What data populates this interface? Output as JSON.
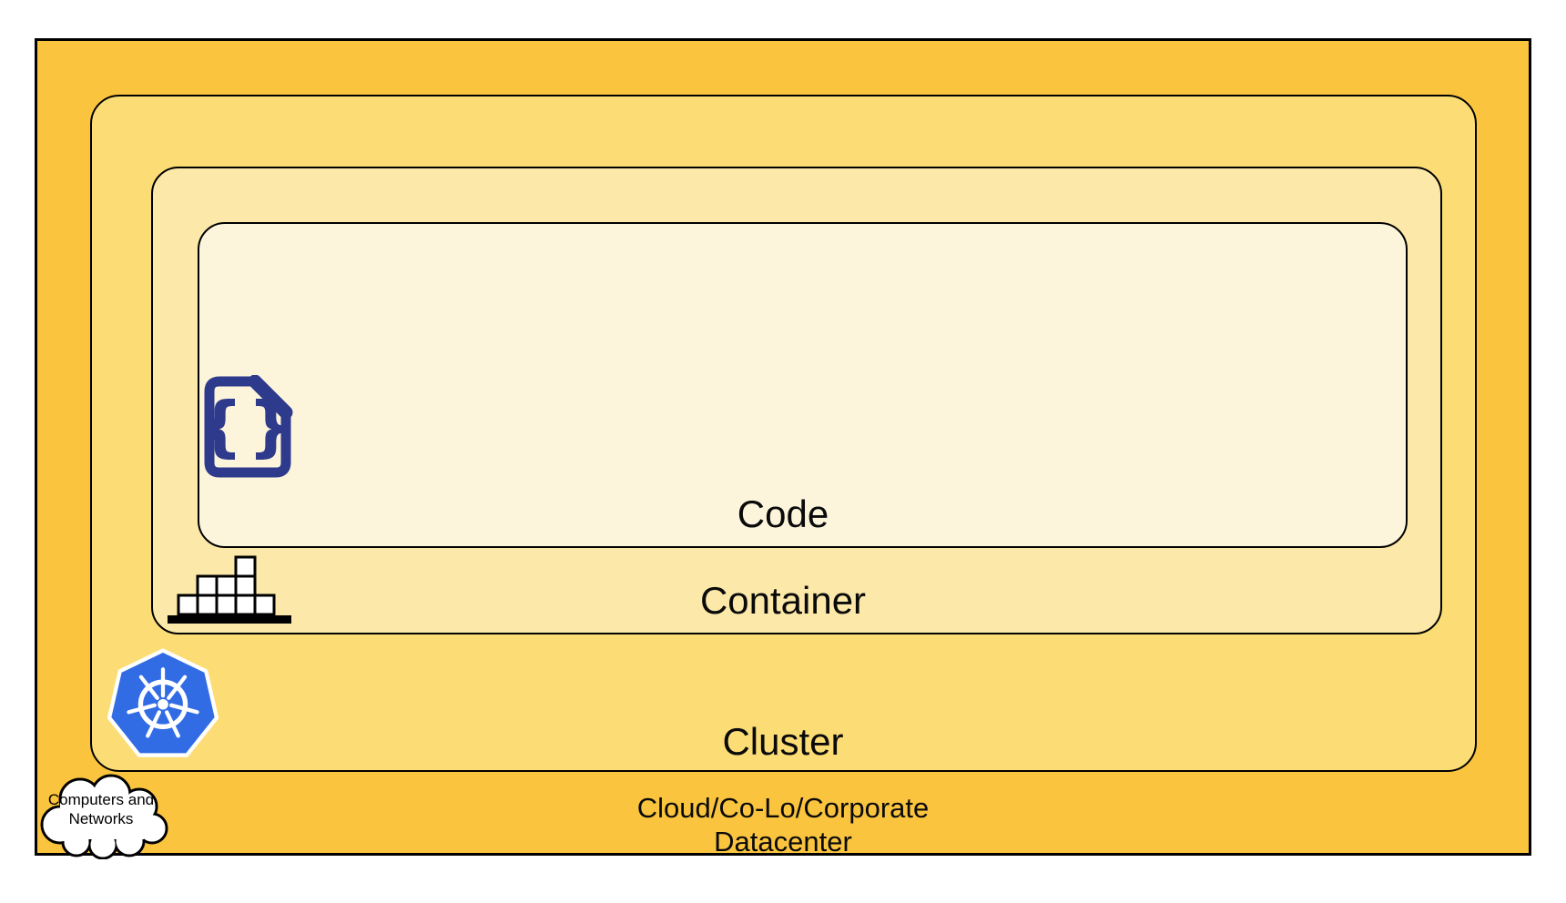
{
  "diagram": {
    "layers": {
      "datacenter": {
        "label_line1": "Cloud/Co-Lo/Corporate",
        "label_line2": "Datacenter",
        "bg": "#FAC43E"
      },
      "cluster": {
        "label": "Cluster",
        "bg": "#FCDD75"
      },
      "container": {
        "label": "Container",
        "bg": "#FCE9A9"
      },
      "code": {
        "label": "Code",
        "bg": "#FDF5DB"
      }
    },
    "cloud_callout": {
      "line1": "Computers and",
      "line2": "Networks"
    },
    "icons": {
      "kubernetes_blue": "#326CE5",
      "code_navy": "#2E3A8C",
      "code_braces": "{}",
      "box_fill": "#FFFFFF",
      "outline_black": "#000000"
    }
  }
}
